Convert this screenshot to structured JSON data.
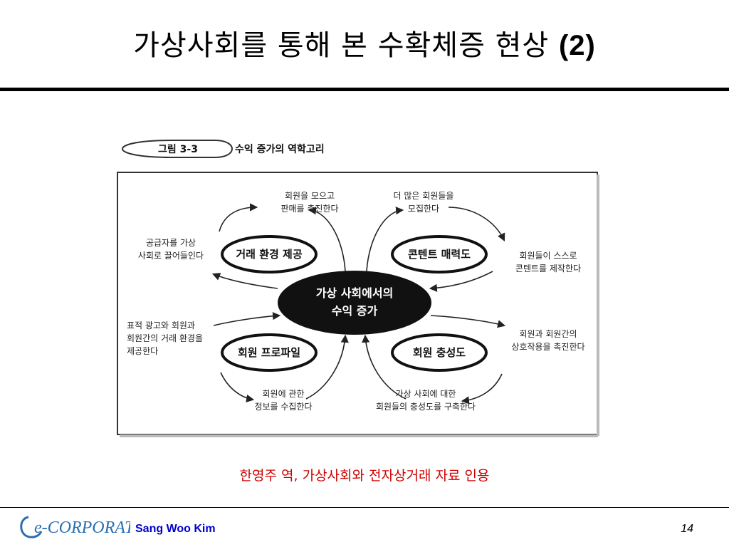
{
  "slide": {
    "title": "가상사회를 통해 본 수확체증 현상",
    "title_number": "(2)",
    "citation": "한영주 역, 가상사회와 전자상거래 자료 인용",
    "footer": {
      "logo_text": "e-CORPORATION",
      "author": "Sang Woo Kim",
      "page_number": "14"
    }
  },
  "figure": {
    "tag": "그림 3-3",
    "caption": "수익 증가의 역학고리",
    "center": [
      "가상 사회에서의",
      "수익 증가"
    ],
    "factors": {
      "top_left": "거래 환경 제공",
      "top_right": "콘텐트 매력도",
      "bottom_left": "회원 프로파일",
      "bottom_right": "회원 충성도"
    },
    "notes": {
      "top_left_upper": [
        "회원을 모으고",
        "판매를 촉진한다"
      ],
      "top_right_upper": [
        "더 많은 회원들을",
        "모집한다"
      ],
      "top_left_side": [
        "공급자를 가상",
        "사회로 끌어들인다"
      ],
      "top_right_side": [
        "회원들이 스스로",
        "콘텐트를 제작한다"
      ],
      "bottom_left_side": [
        "표적 광고와 회원과",
        "회원간의 거래 환경을",
        "제공한다"
      ],
      "bottom_right_side": [
        "회원과 회원간의",
        "상호작용을 촉진한다"
      ],
      "bottom_left_lower": [
        "회원에 관한",
        "정보를 수집한다"
      ],
      "bottom_right_lower": [
        "가상 사회에 대한",
        "회원들의 충성도를 구축한다"
      ]
    }
  }
}
